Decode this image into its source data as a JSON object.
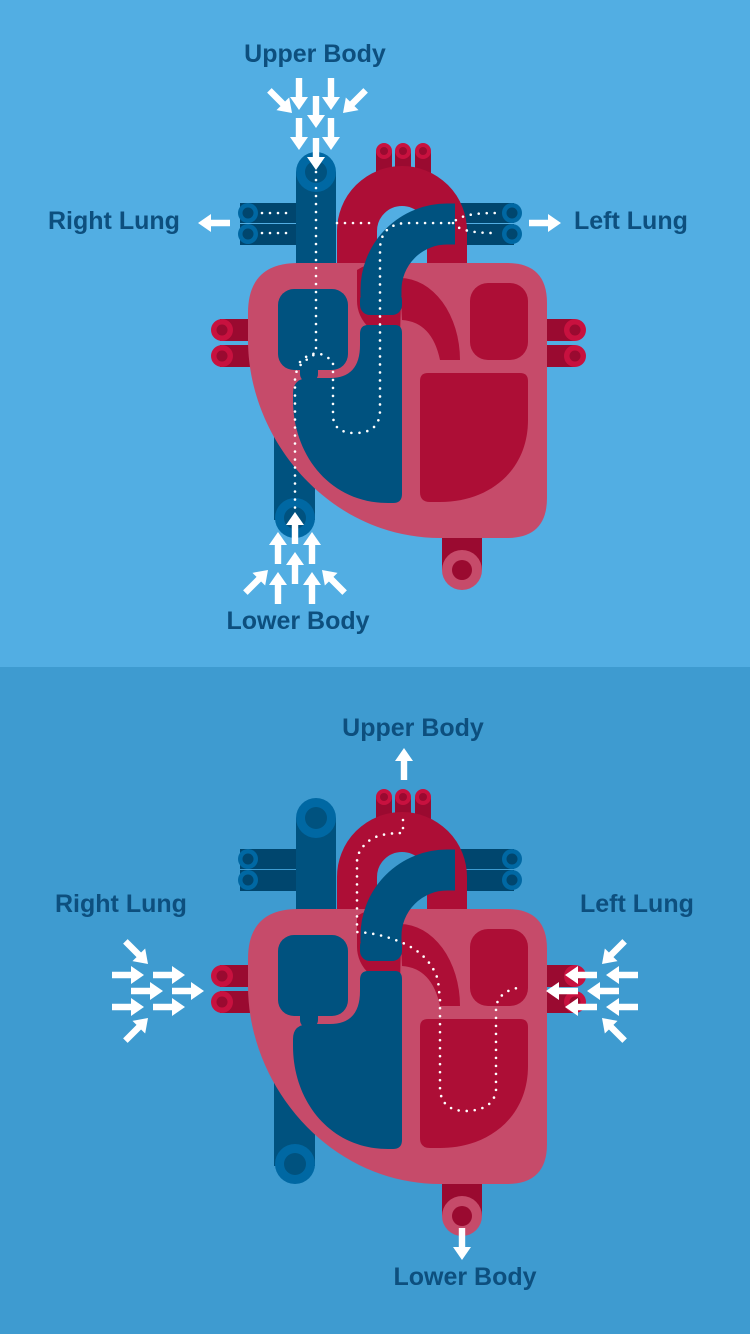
{
  "panels": [
    {
      "name": "deoxygenated-flow",
      "background": "#52AEE3",
      "labels": {
        "upper_body": "Upper Body",
        "right_lung": "Right Lung",
        "left_lung": "Left Lung",
        "lower_body": "Lower Body"
      }
    },
    {
      "name": "oxygenated-flow",
      "background": "#3E9BD0",
      "labels": {
        "upper_body": "Upper Body",
        "right_lung": "Right Lung",
        "left_lung": "Left Lung",
        "lower_body": "Lower Body"
      }
    }
  ],
  "colors": {
    "label": "#0D4F7E",
    "deoxygenated_blue": "#00527F",
    "oxygenated_red": "#AD0E36",
    "heart_muscle": "#C64B6A",
    "arrow": "#FFFFFF"
  }
}
